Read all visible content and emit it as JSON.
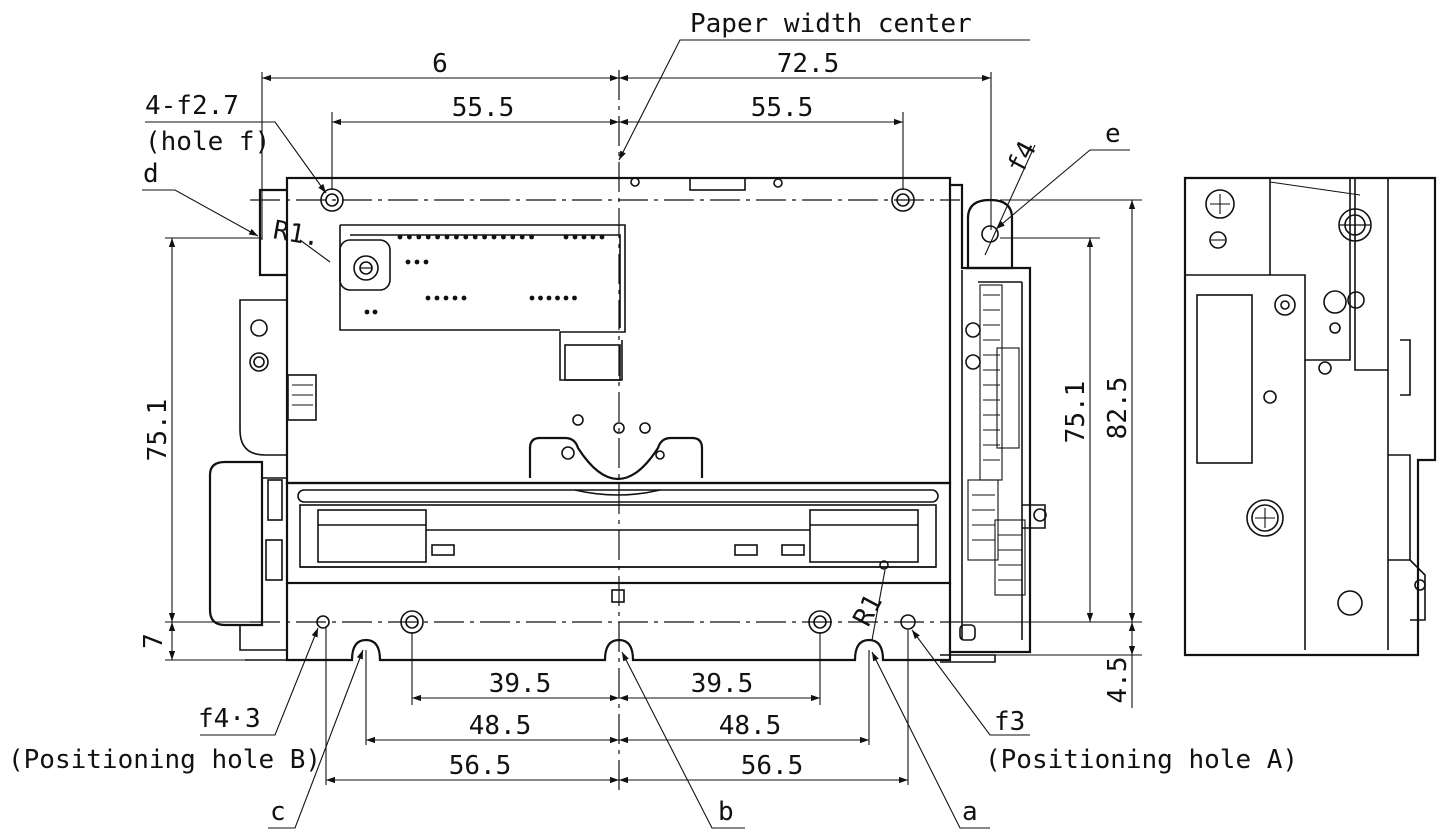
{
  "title": "Paper width center",
  "dimensions": {
    "top_left": "6",
    "top_right": "72.5",
    "hole_span_left": "55.5",
    "hole_span_right": "55.5",
    "height_left": "75.1",
    "height_right": "75.1",
    "height_total": "82.5",
    "offset_bottom_left": "7",
    "offset_bottom_right": "4.5",
    "bottom_39_left": "39.5",
    "bottom_39_right": "39.5",
    "bottom_48_left": "48.5",
    "bottom_48_right": "48.5",
    "bottom_56_left": "56.5",
    "bottom_56_right": "56.5"
  },
  "callouts": {
    "hole_f_size": "4-f2.7",
    "hole_f_name": "(hole f)",
    "d": "d",
    "e": "e",
    "f4": "f4",
    "r_top": "R1.",
    "r_bottom": "R1",
    "f43": "f4·3",
    "hole_b": "(Positioning hole B)",
    "f3": "f3",
    "hole_a": "(Positioning hole A)",
    "a": "a",
    "b": "b",
    "c": "c"
  }
}
